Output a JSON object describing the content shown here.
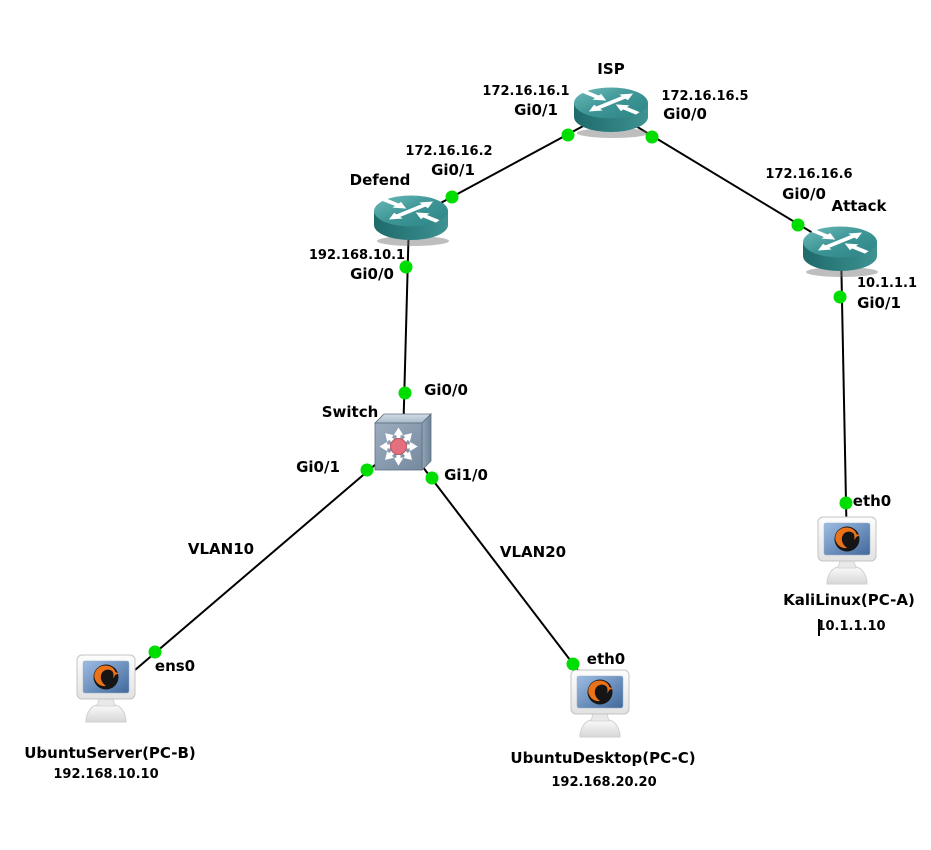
{
  "app": {
    "view": "network-topology-canvas"
  },
  "colors": {
    "background": "#ffffff",
    "link": "#000000",
    "port_status_dot": "#00dd00",
    "router_teal": "#2e8787",
    "switch_blue_gray": "#8496aa",
    "switch_hub_pink": "#e4707e",
    "pc_screen_blue": "#4f7dae",
    "pc_logo_orange": "#ec7218",
    "label_text": "#000000"
  },
  "nodes": {
    "isp": {
      "name": "ISP",
      "type": "router",
      "left_ip": "172.16.16.1",
      "left_if": "Gi0/1",
      "right_ip": "172.16.16.5",
      "right_if": "Gi0/0"
    },
    "defend": {
      "name": "Defend",
      "type": "router",
      "wan_ip": "172.16.16.2",
      "wan_if": "Gi0/1",
      "lan_ip": "192.168.10.1",
      "lan_if": "Gi0/0"
    },
    "attack": {
      "name": "Attack",
      "type": "router",
      "wan_ip": "172.16.16.6",
      "wan_if": "Gi0/0",
      "lan_ip": "10.1.1.1",
      "lan_if": "Gi0/1"
    },
    "switch": {
      "name": "Switch",
      "type": "switch",
      "uplink_if": "Gi0/0",
      "left_if": "Gi0/1",
      "right_if": "Gi1/0"
    },
    "kali": {
      "name": "KaliLinux(PC-A)",
      "type": "pc",
      "nic": "eth0",
      "ip": "10.1.1.10"
    },
    "ubuntu_server": {
      "name": "UbuntuServer(PC-B)",
      "type": "pc",
      "nic": "ens0",
      "ip": "192.168.10.10"
    },
    "ubuntu_desktop": {
      "name": "UbuntuDesktop(PC-C)",
      "type": "pc",
      "nic": "eth0",
      "ip": "192.168.20.20"
    }
  },
  "links": [
    {
      "from": "ISP Gi0/1",
      "to": "Defend Gi0/1",
      "label": ""
    },
    {
      "from": "ISP Gi0/0",
      "to": "Attack Gi0/0",
      "label": ""
    },
    {
      "from": "Defend Gi0/0",
      "to": "Switch Gi0/0",
      "label": ""
    },
    {
      "from": "Attack Gi0/1",
      "to": "KaliLinux(PC-A) eth0",
      "label": ""
    },
    {
      "from": "Switch Gi0/1",
      "to": "UbuntuServer(PC-B) ens0",
      "label": "VLAN10"
    },
    {
      "from": "Switch Gi1/0",
      "to": "UbuntuDesktop(PC-C) eth0",
      "label": "VLAN20"
    }
  ]
}
